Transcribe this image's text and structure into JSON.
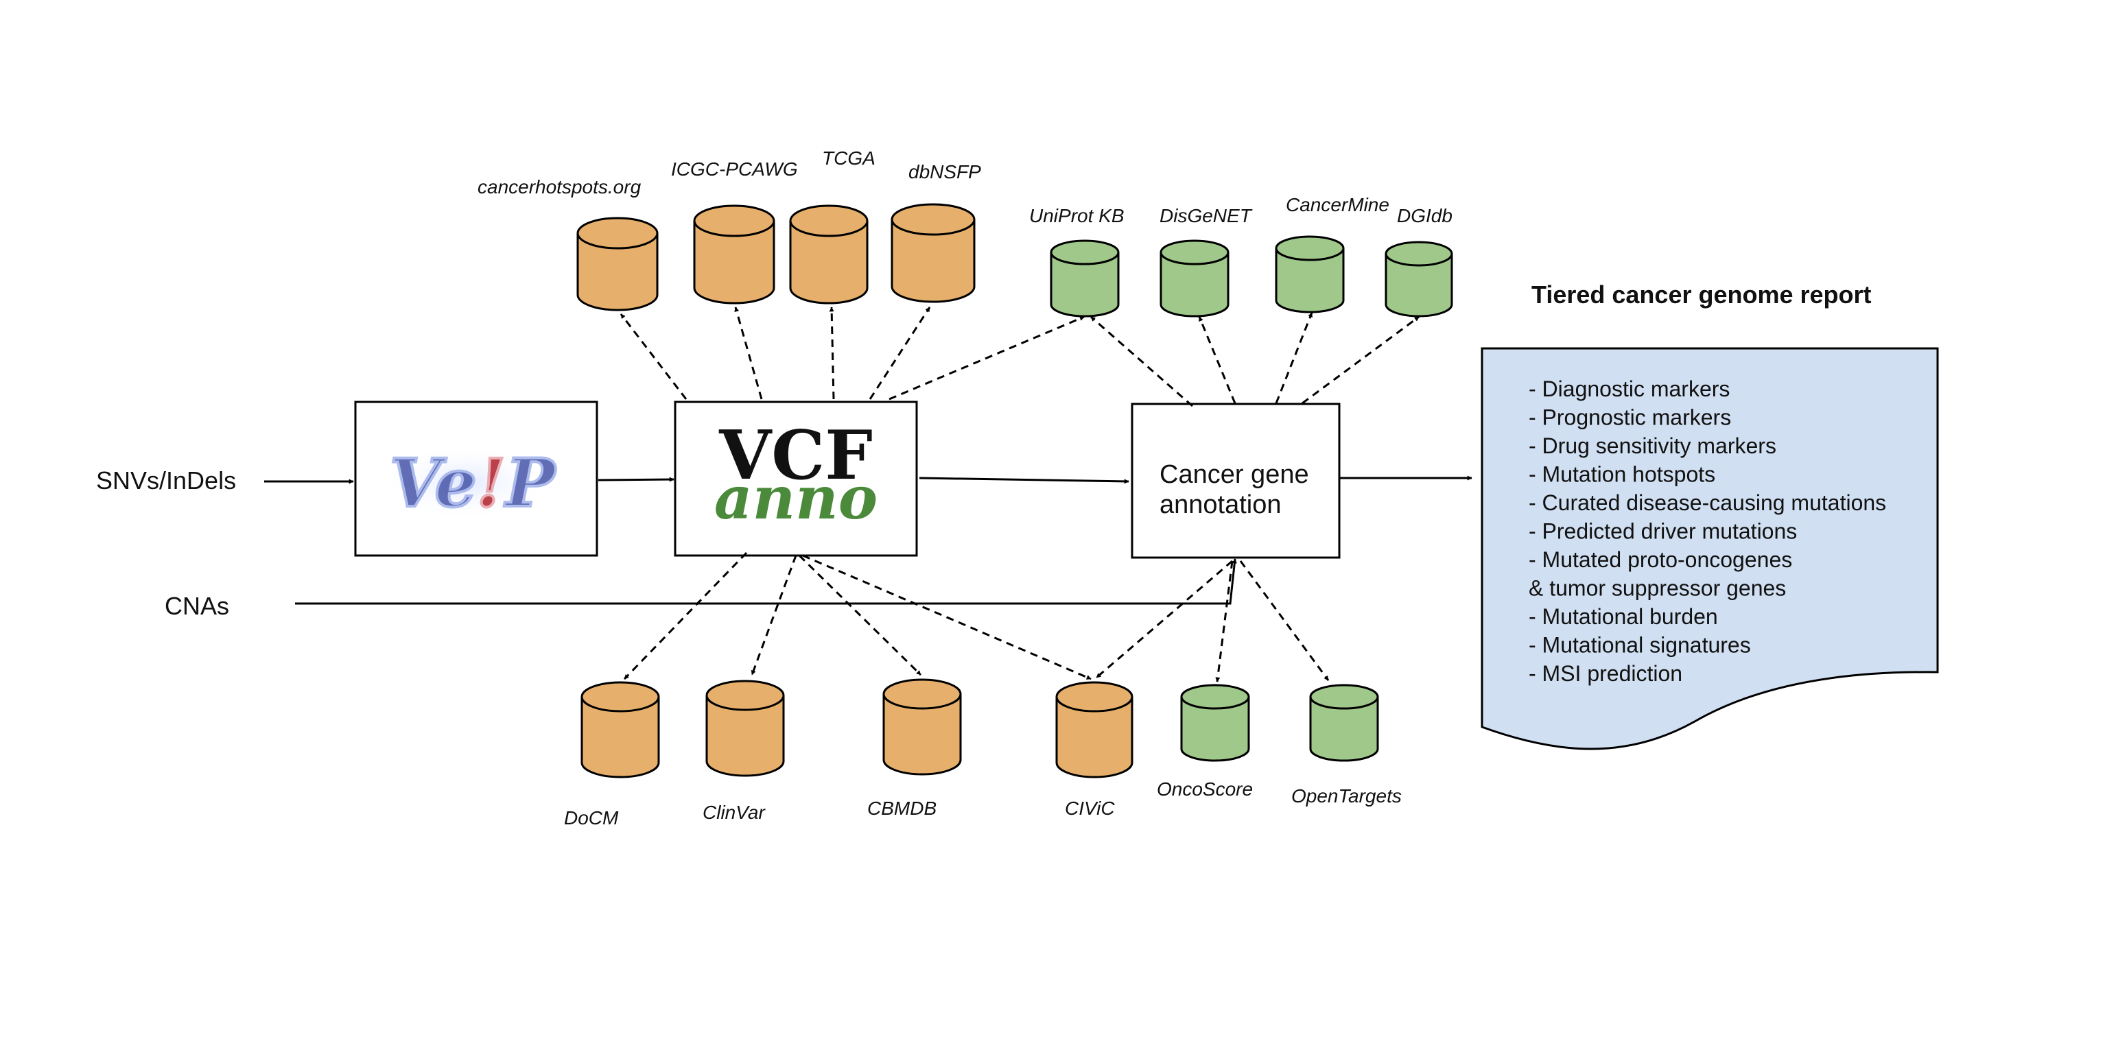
{
  "inputs": {
    "snvs": "SNVs/InDels",
    "cnas": "CNAs"
  },
  "vep_logo": {
    "text_a": "Ve",
    "text_b": "!",
    "text_c": "P"
  },
  "vcfanno_logo": {
    "line1": "VCF",
    "line2": "anno",
    "anno_color": "#4a8a3a"
  },
  "cancer_gene_box": {
    "line1": "Cancer gene",
    "line2": "annotation"
  },
  "report": {
    "title": "Tiered cancer genome report",
    "items": [
      "- Diagnostic markers",
      "- Prognostic markers",
      "- Drug sensitivity markers",
      "- Mutation hotspots",
      "- Curated disease-causing mutations",
      "- Predicted driver mutations",
      "- Mutated proto-oncogenes",
      "  & tumor suppressor genes",
      "- Mutational burden",
      "- Mutational signatures",
      "- MSI prediction"
    ],
    "fill_color": "#d0dff1"
  },
  "databases": {
    "variant_color": "#e6b06c",
    "gene_color": "#9fc88a",
    "top_variant": [
      "cancerhotspots.org",
      "ICGC-PCAWG",
      "TCGA",
      "dbNSFP"
    ],
    "top_gene": [
      "UniProt KB",
      "DisGeNET",
      "CancerMine",
      "DGIdb"
    ],
    "bottom_variant": [
      "DoCM",
      "ClinVar",
      "CBMDB",
      "CIViC"
    ],
    "bottom_gene": [
      "OncoScore",
      "OpenTargets"
    ]
  }
}
